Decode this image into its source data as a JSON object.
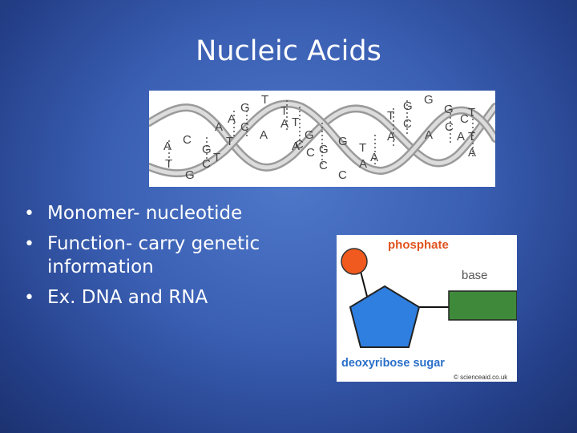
{
  "slide": {
    "title": "Nucleic Acids",
    "bullets": [
      "Monomer- nucleotide",
      "Function- carry genetic information",
      "Ex. DNA and RNA"
    ]
  },
  "dna_image": {
    "letters": [
      "A",
      "T",
      "C",
      "G",
      "C",
      "T",
      "G",
      "A",
      "T",
      "C",
      "A",
      "G",
      "T",
      "T",
      "A",
      "A",
      "C",
      "T",
      "A",
      "G",
      "C",
      "G",
      "C",
      "G",
      "T",
      "A",
      "A",
      "C",
      "T",
      "G",
      "C",
      "A",
      "A",
      "G",
      "G",
      "C",
      "C",
      "T",
      "T",
      "A",
      "A"
    ]
  },
  "nucleotide_image": {
    "phosphate_label": "phosphate",
    "base_label": "base",
    "sugar_label": "deoxyribose sugar",
    "credit": "© scienceaid.co.uk",
    "colors": {
      "phosphate": "#f05a1e",
      "sugar": "#2f7fe0",
      "base": "#3f8a3a",
      "phosphate_label": "#e0531f",
      "base_label": "#555555",
      "sugar_label": "#2a6fc9"
    }
  }
}
